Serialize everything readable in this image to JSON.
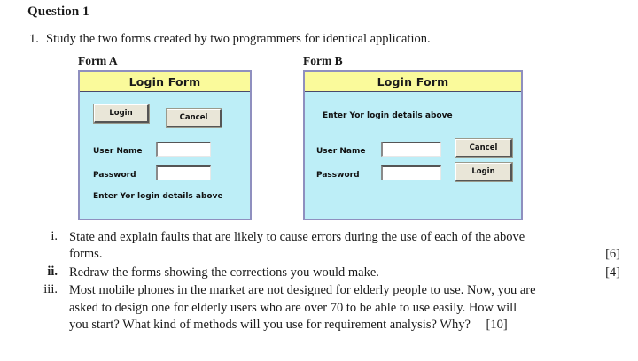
{
  "heading": "Question 1",
  "intro": {
    "number": "1.",
    "text": "Study the two forms created by two programmers for identical application."
  },
  "forms": {
    "form_a": {
      "caption": "Form A",
      "title": "Login Form",
      "title_bg": "#fafa9b",
      "body_bg": "#bdeef7",
      "border_color": "#8f8fbf",
      "button_bg": "#e9e6d8",
      "buttons": {
        "login": "Login",
        "cancel": "Cancel"
      },
      "labels": {
        "user_name": "User Name",
        "password": "Password"
      },
      "inputs": {
        "user_name_value": "",
        "password_value": ""
      },
      "hint": "Enter Yor login details above"
    },
    "form_b": {
      "caption": "Form B",
      "title": "Login Form",
      "title_bg": "#fafa9b",
      "body_bg": "#bdeef7",
      "border_color": "#8f8fbf",
      "button_bg": "#e9e6d8",
      "buttons": {
        "cancel": "Cancel",
        "login": "Login"
      },
      "labels": {
        "user_name": "User Name",
        "password": "Password"
      },
      "inputs": {
        "user_name_value": "",
        "password_value": ""
      },
      "hint": "Enter Yor login details above"
    }
  },
  "subquestions": [
    {
      "number": "i.",
      "bold_number": false,
      "line1": "State and explain faults that are likely to cause errors during the use of each of the above",
      "line2": "forms.",
      "line3": "",
      "marks": "[6]"
    },
    {
      "number": "ii.",
      "bold_number": true,
      "line1": "Redraw the forms showing the corrections you would make.",
      "line2": "",
      "line3": "",
      "marks": "[4]"
    },
    {
      "number": "iii.",
      "bold_number": false,
      "line1": "Most mobile phones in the market are not designed for elderly people to use. Now, you are",
      "line2": "asked to design one for elderly users who are over 70 to be able to use easily. How will",
      "line3": "you start? What kind of methods will you use for requirement analysis? Why?",
      "marks": "[10]"
    }
  ]
}
